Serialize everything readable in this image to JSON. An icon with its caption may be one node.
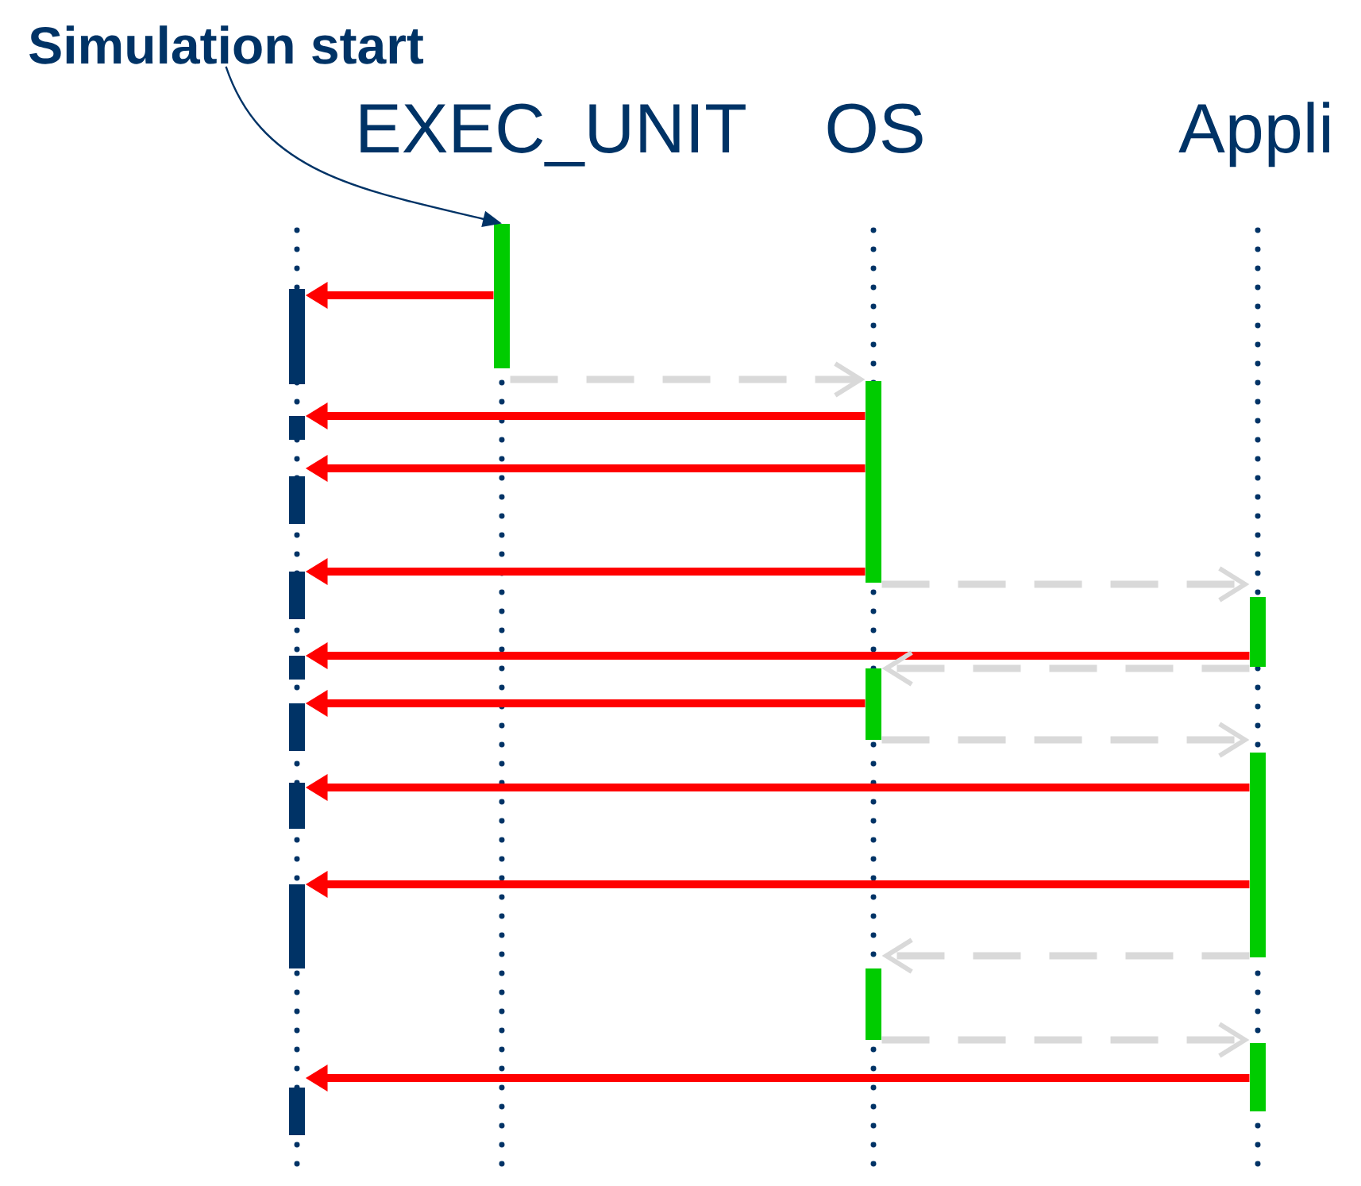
{
  "diagram": {
    "nodes": [
      {
        "text": [
          "Simulation start"
        ]
      },
      {
        "text": [
          "EXEC_UNIT"
        ]
      },
      {
        "text": [
          "OS"
        ]
      },
      {
        "text": [
          "Appli"
        ]
      },
      {
        "text": [],
        "shape": "bar"
      },
      {
        "text": [],
        "shape": "bar"
      },
      {
        "text": [],
        "shape": "bar"
      },
      {
        "text": [],
        "shape": "bar"
      },
      {
        "text": [],
        "shape": "bar"
      },
      {
        "text": [],
        "shape": "bar"
      },
      {
        "text": [],
        "shape": "bar"
      },
      {
        "text": [],
        "shape": "bar"
      },
      {
        "text": [],
        "shape": "bar"
      },
      {
        "text": [],
        "shape": "bar"
      },
      {
        "text": [],
        "shape": "bar"
      },
      {
        "text": [],
        "shape": "bar"
      },
      {
        "text": [],
        "shape": "bar"
      },
      {
        "text": [],
        "shape": "bar"
      },
      {
        "text": [],
        "shape": "bar"
      },
      {
        "text": [],
        "shape": "bar"
      }
    ],
    "edges": [
      {
        "from": 0,
        "to": 4,
        "arrow": "to",
        "color": "#003366"
      },
      {
        "from": 4,
        "to": 5,
        "arrow": "to"
      },
      {
        "from": 4,
        "to": 14,
        "arrow": "to",
        "style": "dashed",
        "color": "#d9d9d9"
      },
      {
        "from": 14,
        "to": 6,
        "arrow": "to"
      },
      {
        "from": 14,
        "to": 7,
        "arrow": "to"
      },
      {
        "from": 14,
        "to": 8,
        "arrow": "to"
      },
      {
        "from": 14,
        "to": 15,
        "arrow": "to",
        "style": "dashed",
        "color": "#d9d9d9"
      },
      {
        "from": 15,
        "to": 9,
        "arrow": "to"
      },
      {
        "from": 15,
        "to": 16,
        "arrow": "to",
        "style": "dashed",
        "color": "#d9d9d9"
      },
      {
        "from": 16,
        "to": 10,
        "arrow": "to"
      },
      {
        "from": 16,
        "to": 17,
        "arrow": "to",
        "style": "dashed",
        "color": "#d9d9d9"
      },
      {
        "from": 17,
        "to": 11,
        "arrow": "to"
      },
      {
        "from": 17,
        "to": 12,
        "arrow": "to"
      },
      {
        "from": 17,
        "to": 18,
        "arrow": "to",
        "style": "dashed",
        "color": "#d9d9d9"
      },
      {
        "from": 18,
        "to": 19,
        "arrow": "to",
        "style": "dashed",
        "color": "#d9d9d9"
      },
      {
        "from": 19,
        "to": 13,
        "arrow": "to"
      }
    ]
  }
}
